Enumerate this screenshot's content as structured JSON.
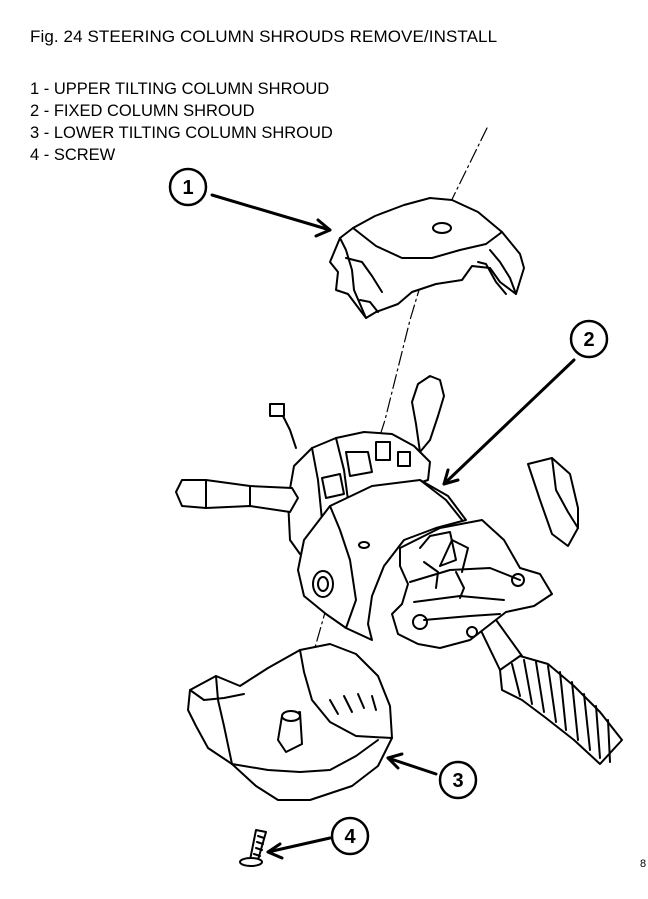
{
  "title": "Fig. 24 STEERING COLUMN SHROUDS REMOVE/INSTALL",
  "legend": [
    "1 - UPPER TILTING COLUMN SHROUD",
    "2 - FIXED COLUMN SHROUD",
    "3 - LOWER TILTING COLUMN SHROUD",
    "4 - SCREW"
  ],
  "callouts": [
    "1",
    "2",
    "3",
    "4"
  ],
  "figure_ref": "8"
}
